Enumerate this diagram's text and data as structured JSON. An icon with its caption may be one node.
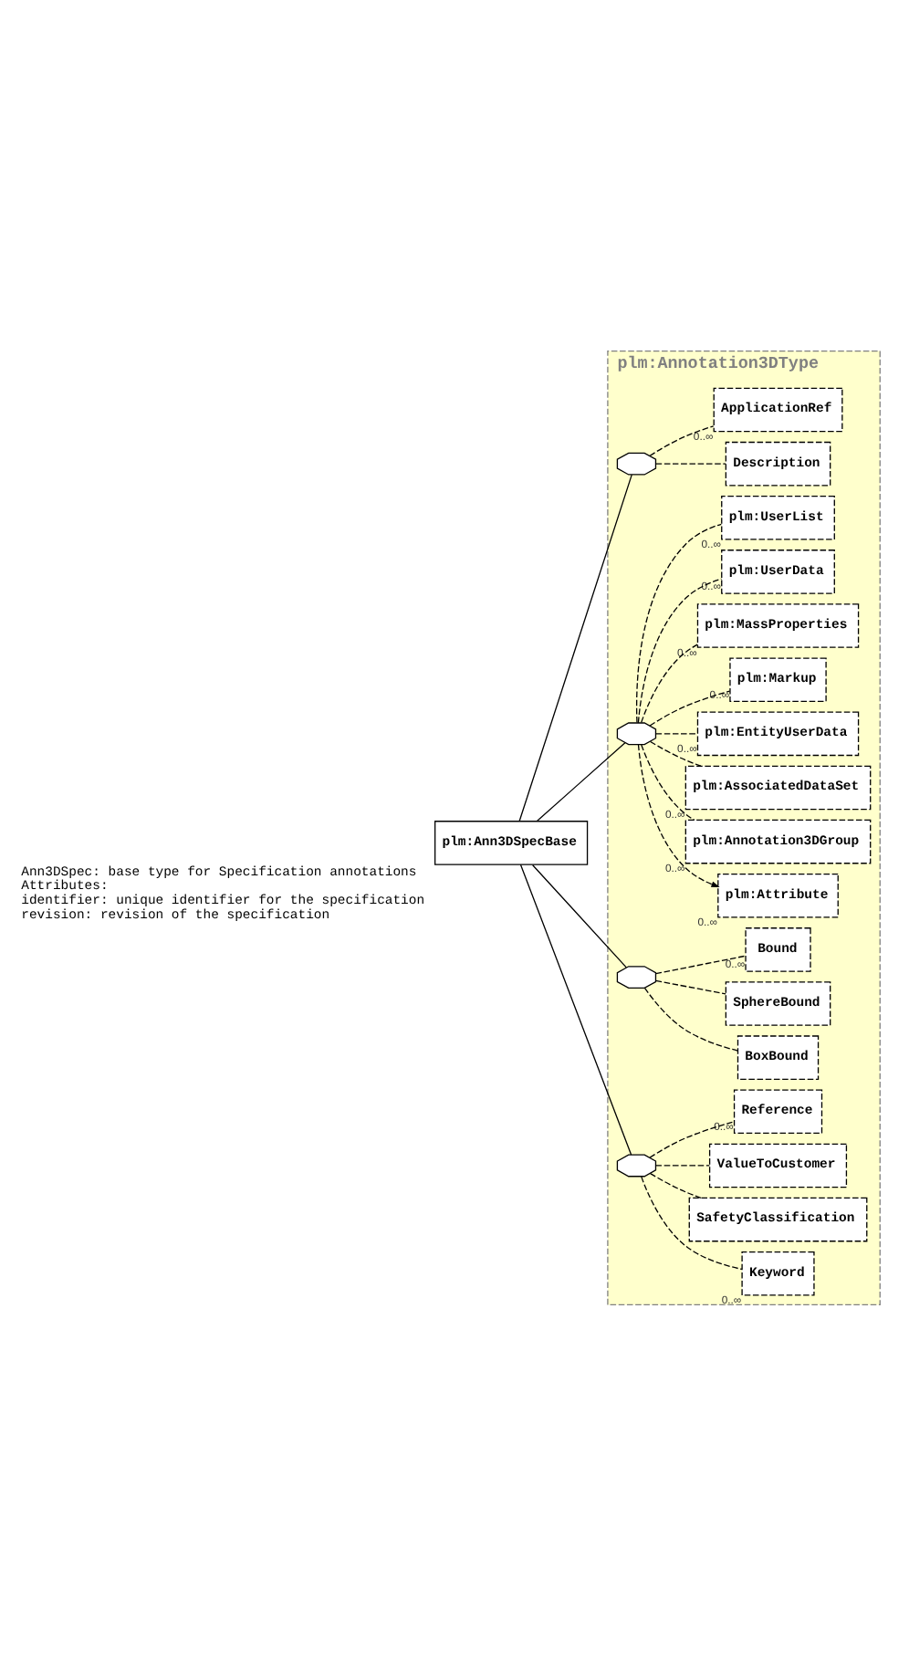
{
  "diagram": {
    "nodes": [
      {
        "text": [
          "plm:Ann3DSpecBase"
        ],
        "beside": [
          "Ann3DSpec: base type for Specification annotations",
          "Attributes:",
          "identifier: unique identifier for the specification",
          "revision: revision of the specification"
        ]
      },
      {
        "text": [
          "plm:Annotation3DType"
        ]
      },
      {
        "text": [],
        "shape": "octagon",
        "in": 1
      },
      {
        "text": [
          "Description"
        ],
        "in": 1
      },
      {
        "text": [
          "ApplicationRef"
        ],
        "in": 1,
        "beside": [
          "0..∞"
        ]
      },
      {
        "text": [],
        "shape": "octagon",
        "in": 1
      },
      {
        "text": [
          "plm:Attribute"
        ],
        "in": 1,
        "beside": [
          "0..∞"
        ]
      },
      {
        "text": [
          "plm:Annotation3DGroup"
        ],
        "in": 1,
        "beside": [
          "0..∞"
        ]
      },
      {
        "text": [
          "plm:AssociatedDataSet"
        ],
        "in": 1,
        "beside": [
          "0..∞"
        ]
      },
      {
        "text": [
          "plm:EntityUserData"
        ],
        "in": 1,
        "beside": [
          "0..∞"
        ]
      },
      {
        "text": [
          "plm:Markup"
        ],
        "in": 1,
        "beside": [
          "0..∞"
        ]
      },
      {
        "text": [
          "plm:MassProperties"
        ],
        "in": 1,
        "beside": [
          "0..∞"
        ]
      },
      {
        "text": [
          "plm:UserData"
        ],
        "in": 1,
        "beside": [
          "0..∞"
        ]
      },
      {
        "text": [
          "plm:UserList"
        ],
        "in": 1,
        "beside": [
          "0..∞"
        ]
      },
      {
        "text": [],
        "shape": "octagon",
        "in": 1
      },
      {
        "text": [
          "BoxBound"
        ],
        "in": 1
      },
      {
        "text": [
          "SphereBound"
        ],
        "in": 1
      },
      {
        "text": [
          "Bound"
        ],
        "in": 1,
        "beside": [
          "0..∞"
        ]
      },
      {
        "text": [],
        "shape": "octagon",
        "in": 1
      },
      {
        "text": [
          "Keyword"
        ],
        "in": 1,
        "beside": [
          "0..∞"
        ]
      },
      {
        "text": [
          "SafetyClassification"
        ],
        "in": 1
      },
      {
        "text": [
          "ValueToCustomer"
        ],
        "in": 1
      },
      {
        "text": [
          "Reference"
        ],
        "in": 1,
        "beside": [
          "0..∞"
        ]
      }
    ],
    "edges": [
      {
        "from": 0,
        "to": 2,
        "arrow": "none"
      },
      {
        "from": 0,
        "to": 5,
        "arrow": "none"
      },
      {
        "from": 0,
        "to": 14,
        "arrow": "none"
      },
      {
        "from": 0,
        "to": 18,
        "arrow": "none"
      },
      {
        "from": 2,
        "to": 3,
        "arrow": "none",
        "style": "dashed"
      },
      {
        "from": 2,
        "to": 4,
        "arrow": "none",
        "style": "dashed"
      },
      {
        "from": 5,
        "to": 6,
        "arrow": "to",
        "style": "dashed"
      },
      {
        "from": 5,
        "to": 7,
        "arrow": "none",
        "style": "dashed"
      },
      {
        "from": 5,
        "to": 8,
        "arrow": "none",
        "style": "dashed"
      },
      {
        "from": 5,
        "to": 9,
        "arrow": "none",
        "style": "dashed"
      },
      {
        "from": 5,
        "to": 10,
        "arrow": "none",
        "style": "dashed"
      },
      {
        "from": 5,
        "to": 11,
        "arrow": "none",
        "style": "dashed"
      },
      {
        "from": 5,
        "to": 12,
        "arrow": "none",
        "style": "dashed"
      },
      {
        "from": 5,
        "to": 13,
        "arrow": "none",
        "style": "dashed"
      },
      {
        "from": 14,
        "to": 15,
        "arrow": "none",
        "style": "dashed"
      },
      {
        "from": 14,
        "to": 16,
        "arrow": "none",
        "style": "dashed"
      },
      {
        "from": 14,
        "to": 17,
        "arrow": "none",
        "style": "dashed"
      },
      {
        "from": 18,
        "to": 19,
        "arrow": "none",
        "style": "dashed"
      },
      {
        "from": 18,
        "to": 20,
        "arrow": "none",
        "style": "dashed"
      },
      {
        "from": 18,
        "to": 21,
        "arrow": "none",
        "style": "dashed"
      },
      {
        "from": 18,
        "to": 22,
        "arrow": "none",
        "style": "dashed"
      }
    ]
  }
}
